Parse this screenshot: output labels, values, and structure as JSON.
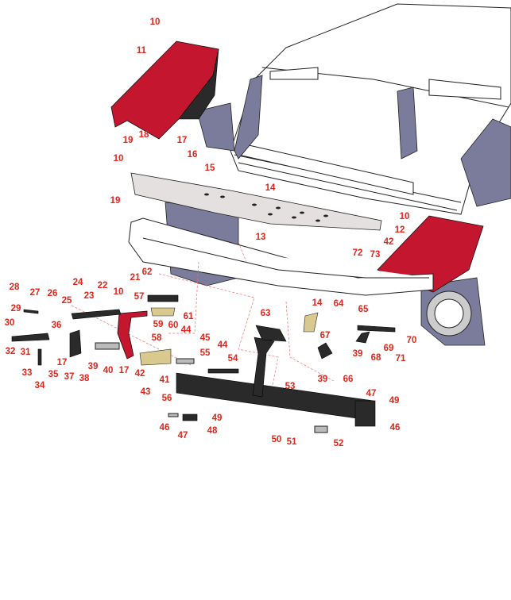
{
  "diagram": {
    "title": "Exploded parts diagram - front frame, bumper, foot plate and pedal assembly",
    "colors": {
      "callout": "#e0261b",
      "shield": "#c4172f",
      "frame_side": "#7b7c9c",
      "shaft": "#2a2a2a"
    },
    "callouts": [
      "10",
      "11",
      "18",
      "19",
      "17",
      "16",
      "10",
      "15",
      "14",
      "19",
      "10",
      "12",
      "13",
      "42",
      "72",
      "73",
      "62",
      "21",
      "24",
      "22",
      "28",
      "27",
      "26",
      "23",
      "10",
      "57",
      "25",
      "14",
      "64",
      "29",
      "65",
      "63",
      "61",
      "30",
      "36",
      "59",
      "60",
      "44",
      "58",
      "67",
      "45",
      "55",
      "44",
      "32",
      "31",
      "39",
      "69",
      "70",
      "54",
      "68",
      "71",
      "17",
      "39",
      "40",
      "17",
      "42",
      "33",
      "35",
      "37",
      "38",
      "41",
      "39",
      "66",
      "34",
      "53",
      "43",
      "56",
      "47",
      "49",
      "46",
      "49",
      "46",
      "48",
      "47",
      "50",
      "51",
      "52"
    ]
  }
}
